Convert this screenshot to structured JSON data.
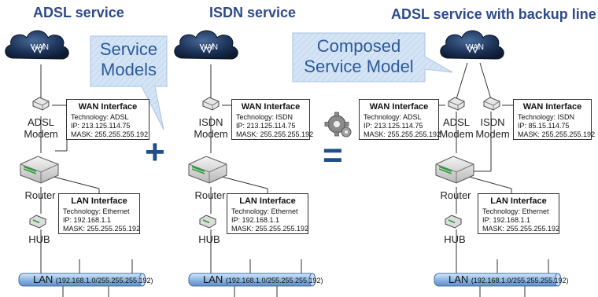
{
  "titles": {
    "adsl": "ADSL service",
    "isdn": "ISDN service",
    "backup": "ADSL service with backup line"
  },
  "callouts": {
    "service_models_1": "Service",
    "service_models_2": "Models",
    "composed_1": "Composed",
    "composed_2": "Service Model"
  },
  "operators": {
    "plus": "+",
    "equals": "="
  },
  "labels": {
    "wan": "WAN",
    "adsl_modem_1": "ADSL",
    "adsl_modem_2": "Modem",
    "isdn_modem_1": "ISDN",
    "isdn_modem_2": "Modem",
    "router": "Router",
    "hub": "HUB"
  },
  "wan_adsl": {
    "title": "WAN Interface",
    "technology": "Technology: ADSL",
    "ip": "IP: 213.125.114.75",
    "mask": "MASK: 255.255.255.192"
  },
  "wan_isdn": {
    "title": "WAN Interface",
    "technology": "Technology: ISDN",
    "ip": "IP: 213.125.114.75",
    "mask": "MASK: 255.255.255.192"
  },
  "wan_isdn_backup": {
    "title": "WAN Interface",
    "technology": "Technology: ISDN",
    "ip": "IP: 85.15.114.75",
    "mask": "MASK: 255.255.255.192"
  },
  "lan_iface": {
    "title": "LAN Interface",
    "technology": "Technology: Ethernet",
    "ip": "IP: 192.168.1.1",
    "mask": "MASK: 255.255.255.192"
  },
  "lan_segment": {
    "label": "LAN",
    "network": "(192.168.1.0/255.255.255.192)"
  },
  "colors": {
    "title": "#2e4a8e",
    "callout_fill": "#cfe0f3",
    "operator": "#1f4f8a",
    "lan_pipe": "#9fc2e8"
  }
}
